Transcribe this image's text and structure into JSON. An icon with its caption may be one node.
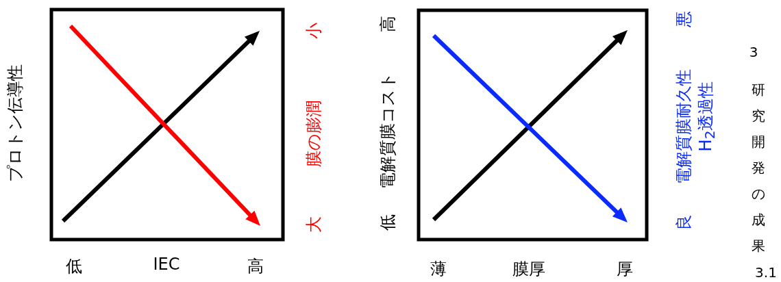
{
  "diagram": {
    "labels": [
      "プロトン伝導性",
      "小",
      "膜の膨潤",
      "大",
      "低",
      "IEC",
      "高",
      "高",
      "電解質膜コスト",
      "低",
      "悪",
      "電解質膜耐久性",
      "H$_{2}$透過性",
      "良",
      "薄",
      "膜厚",
      "厚",
      "3",
      "研究開発の成果",
      "3.1"
    ]
  }
}
